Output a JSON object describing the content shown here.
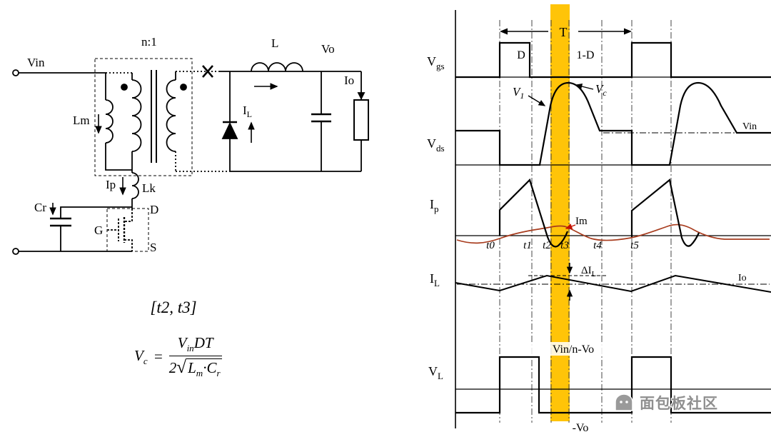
{
  "colors": {
    "highlight": "#FFC408",
    "im": "#A83C1E",
    "im_text": "#C41200",
    "trace": "#000000"
  },
  "circuit": {
    "vin": "Vin",
    "ratio": "n:1",
    "l": "L",
    "vo": "Vo",
    "io": "Io",
    "lm": "Lm",
    "il": {
      "main": "I",
      "sub": "L"
    },
    "ip": "Ip",
    "lk": "Lk",
    "cr": "Cr",
    "d": "D",
    "g": "G",
    "s": "S",
    "interval": "[t2, t3]"
  },
  "formula": {
    "lhs": "V",
    "lhs_sub": "c",
    "eq": "=",
    "num_v": "V",
    "num_v_sub": "in",
    "num_tail": "DT",
    "den_lead": "2",
    "sqrt_sym": "√",
    "rad1": "L",
    "rad1_sub": "m",
    "rad_dot": "·",
    "rad2": "C",
    "rad2_sub": "r"
  },
  "wave": {
    "period": "T",
    "d": "D",
    "one_minus_d": "1-D",
    "v1": {
      "main": "V",
      "sub": "1"
    },
    "vc": {
      "main": "V",
      "sub": "c"
    },
    "vin_level": "Vin",
    "im": "Im",
    "times": [
      "t0",
      "t1",
      "t2",
      "t3",
      "t4",
      "t5"
    ],
    "delta_il": {
      "main": "ΔI",
      "sub": "L"
    },
    "io_level": "Io",
    "vl_pos": "Vin/n-Vo",
    "vl_neg": "-Vo",
    "rows": {
      "vgs": {
        "main": "V",
        "sub": "gs"
      },
      "vds": {
        "main": "V",
        "sub": "ds"
      },
      "ip": {
        "main": "I",
        "sub": "p"
      },
      "il": {
        "main": "I",
        "sub": "L"
      },
      "vl": {
        "main": "V",
        "sub": "L"
      }
    }
  },
  "watermark": {
    "text": "面包板社区"
  }
}
